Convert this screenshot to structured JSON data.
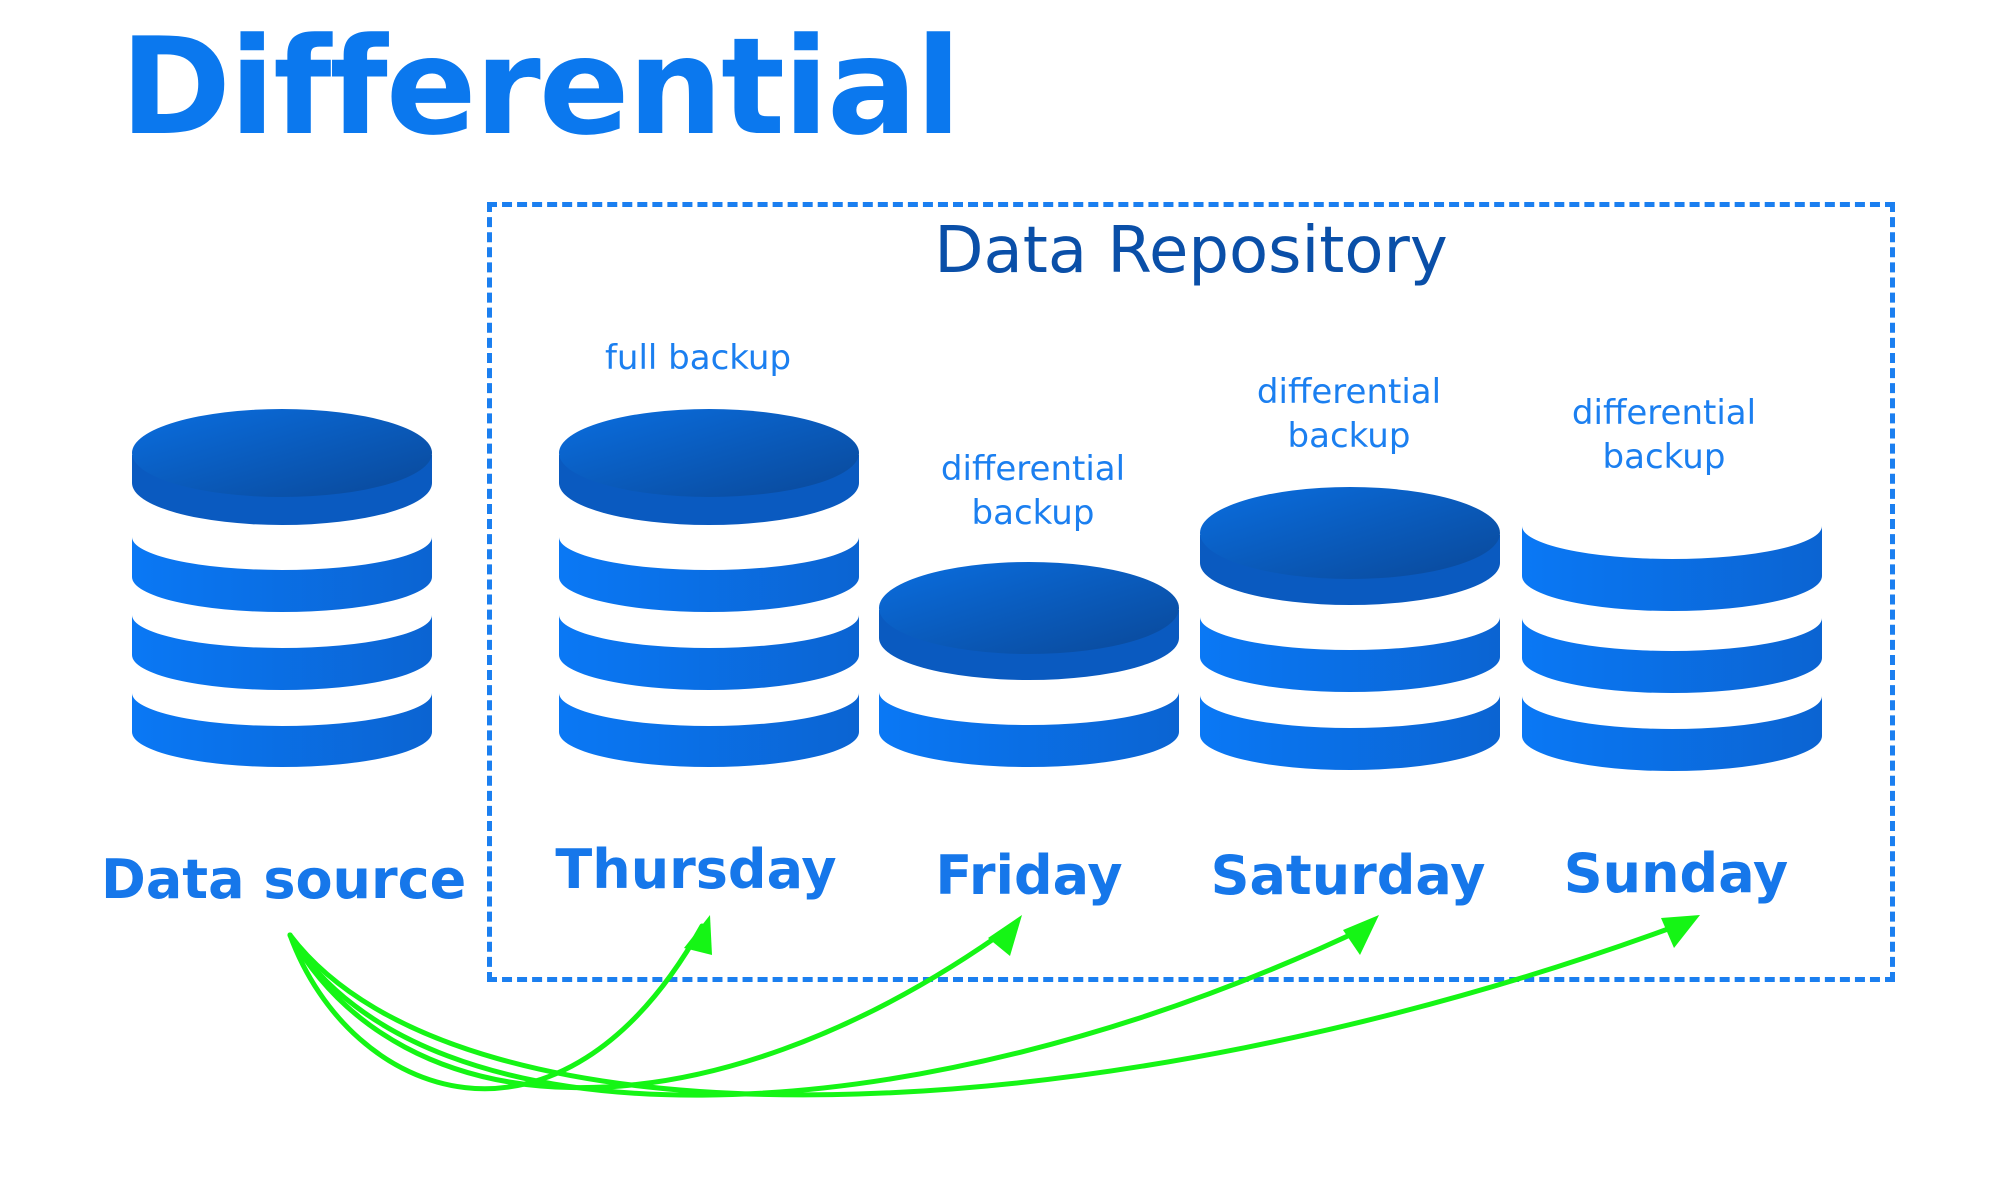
{
  "title": "Differential",
  "repository": {
    "title": "Data Repository"
  },
  "source": {
    "label": "Data source"
  },
  "backups": [
    {
      "day": "Thursday",
      "caption": [
        "full backup"
      ]
    },
    {
      "day": "Friday",
      "caption": [
        "differential",
        "backup"
      ]
    },
    {
      "day": "Saturday",
      "caption": [
        "differential",
        "backup"
      ]
    },
    {
      "day": "Sunday",
      "caption": [
        "differential",
        "backup"
      ]
    }
  ],
  "colors": {
    "title": "#0b78ee",
    "repository_title": "#0a4fa8",
    "frame": "#1b7ff0",
    "database_dark": "#0a4fa8",
    "database_light": "#0a82ff",
    "arrow": "#15f515"
  },
  "icons": {
    "database": "database-icon",
    "arrow": "curved-arrow-icon"
  }
}
